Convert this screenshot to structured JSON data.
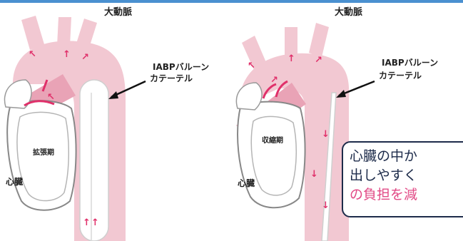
{
  "colors": {
    "accent_bar": "#4a90d0",
    "vessel": "#f2c8d2",
    "vessel_dark": "#e9a3b6",
    "arrow_red": "#e0306a",
    "callout_border": "#1d2b4a",
    "callout_highlight": "#e24a86"
  },
  "left_panel": {
    "aorta_label": "大動脈",
    "iabp_label_line1": "IABPバルーン",
    "iabp_label_line2": "カテーテル",
    "phase_label": "拡張期",
    "heart_label": "心臓"
  },
  "right_panel": {
    "aorta_label": "大動脈",
    "iabp_label_line1": "IABPバルーン",
    "iabp_label_line2": "カテーテル",
    "phase_label": "収縮期",
    "heart_label": "心臓"
  },
  "callout": {
    "line1": "心臓の中か",
    "line2": "出しやすく",
    "line3": "の負担を減"
  }
}
